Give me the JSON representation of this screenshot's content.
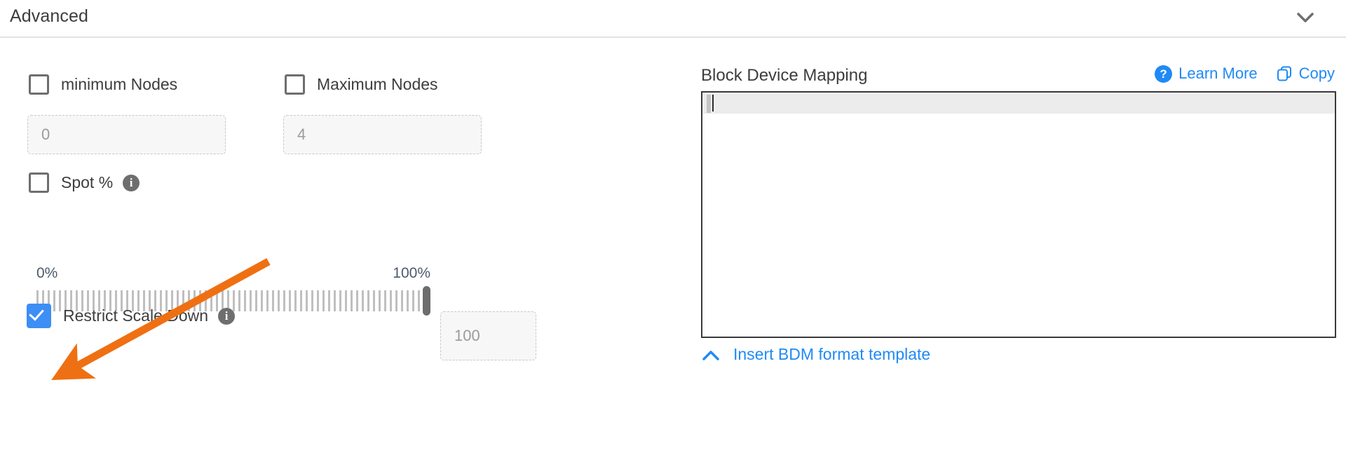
{
  "section": {
    "title": "Advanced",
    "collapse_icon": "chevron-down-icon"
  },
  "left_panel": {
    "min_nodes": {
      "label": "minimum Nodes",
      "checked": false,
      "input_placeholder": "0",
      "input_value": ""
    },
    "max_nodes": {
      "label": "Maximum Nodes",
      "checked": false,
      "input_placeholder": "4",
      "input_value": ""
    },
    "spot_percent": {
      "label": "Spot %",
      "checked": false,
      "info_icon": "info-icon"
    },
    "slider": {
      "min_label": "0%",
      "max_label": "100%",
      "value": 100,
      "min": 0,
      "max": 100,
      "value_box_placeholder": "100",
      "value_box_value": ""
    },
    "restrict_scale_down": {
      "label": "Restrict Scale Down",
      "checked": true,
      "info_icon": "info-icon"
    }
  },
  "right_panel": {
    "title": "Block Device Mapping",
    "help_icon": "question-mark-icon",
    "learn_more_label": "Learn More",
    "copy_icon": "copy-icon",
    "copy_label": "Copy",
    "editor_content": "",
    "footer_icon": "chevron-up-icon",
    "footer_label": "Insert BDM format template"
  },
  "colors": {
    "accent_blue": "#1f8af5",
    "checkbox_checked": "#3d8ef5",
    "annotation_orange": "#ef7012",
    "text_primary": "#3d3d3d",
    "border_gray": "#e3e3e3",
    "editor_border": "#3a3a3a"
  }
}
